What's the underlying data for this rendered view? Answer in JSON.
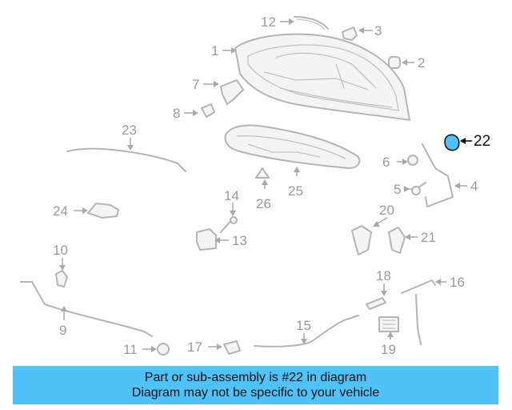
{
  "callouts": {
    "l1": "1",
    "l2": "2",
    "l3": "3",
    "l4": "4",
    "l5": "5",
    "l6": "6",
    "l7": "7",
    "l8": "8",
    "l9": "9",
    "l10": "10",
    "l11": "11",
    "l12": "12",
    "l13": "13",
    "l14": "14",
    "l15": "15",
    "l16": "16",
    "l17": "17",
    "l18": "18",
    "l19": "19",
    "l20": "20",
    "l21": "21",
    "l22": "22",
    "l23": "23",
    "l24": "24",
    "l25": "25",
    "l26": "26"
  },
  "highlight": {
    "part": "22",
    "color": "#4fc3f7"
  },
  "banner": {
    "line1": "Part or sub-assembly is #22 in diagram",
    "line2": "Diagram may not be specific to your vehicle",
    "background": "#4fc3f7"
  }
}
